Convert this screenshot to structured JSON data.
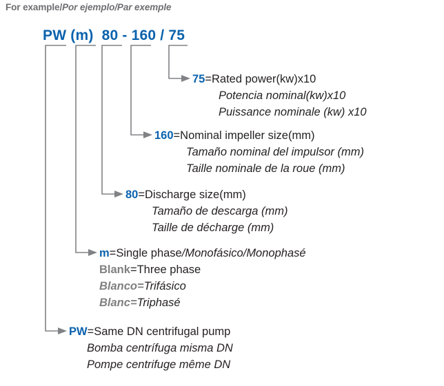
{
  "title": {
    "part_en": "For example",
    "sep": "/",
    "part_es": "Por ejemplo",
    "part_fr": "Par exemple",
    "full": "For example/Por ejemplo/Par exemple"
  },
  "model_code": "PW (m)  80 - 160 / 75",
  "colors": {
    "accent_blue": "#0a62ad",
    "gray": "#808080",
    "title_gray": "#6d6e71",
    "text": "#231f20",
    "line": "#808285",
    "background": "#ffffff"
  },
  "definitions": [
    {
      "key": "75",
      "key_style": "blue",
      "equals": "=",
      "en": "Rated power(kw)x10",
      "es": "Potencia nominal(kw)x10",
      "fr": "Puissance nominale (kw) x10"
    },
    {
      "key": "160",
      "key_style": "blue",
      "equals": "=",
      "en": "Nominal impeller size(mm)",
      "es": "Tamaño nominal del impulsor (mm)",
      "fr": "Taille nominale de la roue (mm)"
    },
    {
      "key": "80",
      "key_style": "blue",
      "equals": "=",
      "en": "Discharge size(mm)",
      "es": "Tamaño de descarga (mm)",
      "fr": "Taille de décharge (mm)"
    },
    {
      "key": "m",
      "key_style": "blue",
      "equals": "=",
      "en": "Single phase",
      "combined": "Single phase/Monofásico/Monophasé",
      "es": "Monofásico",
      "fr": "Monophasé",
      "extra_lines": [
        {
          "key": "Blank",
          "key_style": "gray",
          "value": "Three phase",
          "value_style": "normal"
        },
        {
          "key": "Blanco",
          "key_style": "gray-italic",
          "value": "Trifásico",
          "value_style": "italic"
        },
        {
          "key": "Blanc",
          "key_style": "gray-italic",
          "value": "Triphasé",
          "value_style": "italic"
        }
      ]
    },
    {
      "key": "PW",
      "key_style": "blue",
      "equals": "=",
      "en": "Same DN centrifugal pump",
      "es": "Bomba centrífuga misma DN",
      "fr": "Pompe centrifuge même DN"
    }
  ]
}
